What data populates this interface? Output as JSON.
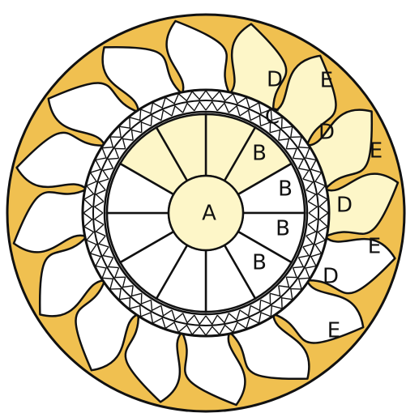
{
  "colors": {
    "gold": "#F0C050",
    "pale": "#FDF6C8",
    "white": "#FFFFFF",
    "line": "#111111"
  },
  "labels": {
    "A": "A",
    "B": "B",
    "C": "C",
    "D": "D",
    "E": "E"
  }
}
